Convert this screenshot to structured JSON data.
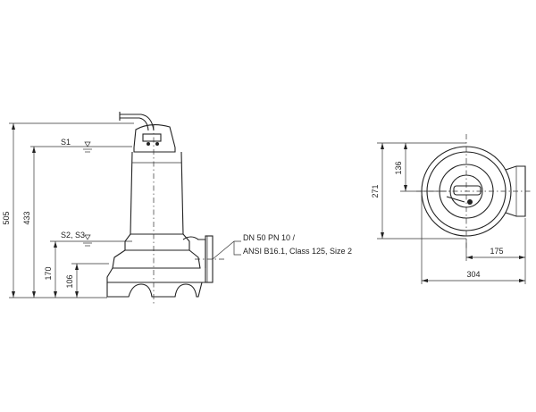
{
  "side_view": {
    "dimensions": {
      "overall_height": "505",
      "s1_height": "433",
      "s2s3_height": "170",
      "bottom_level": "106"
    },
    "levels": {
      "s1": "S1",
      "s2s3": "S2, S3"
    },
    "outlet_note": {
      "line1": "DN 50 PN 10 /",
      "line2": "ANSI B16.1, Class 125, Size 2"
    }
  },
  "top_view": {
    "dimensions": {
      "depth": "271",
      "center_offset": "136",
      "outlet_offset": "175",
      "overall_width": "304"
    }
  }
}
